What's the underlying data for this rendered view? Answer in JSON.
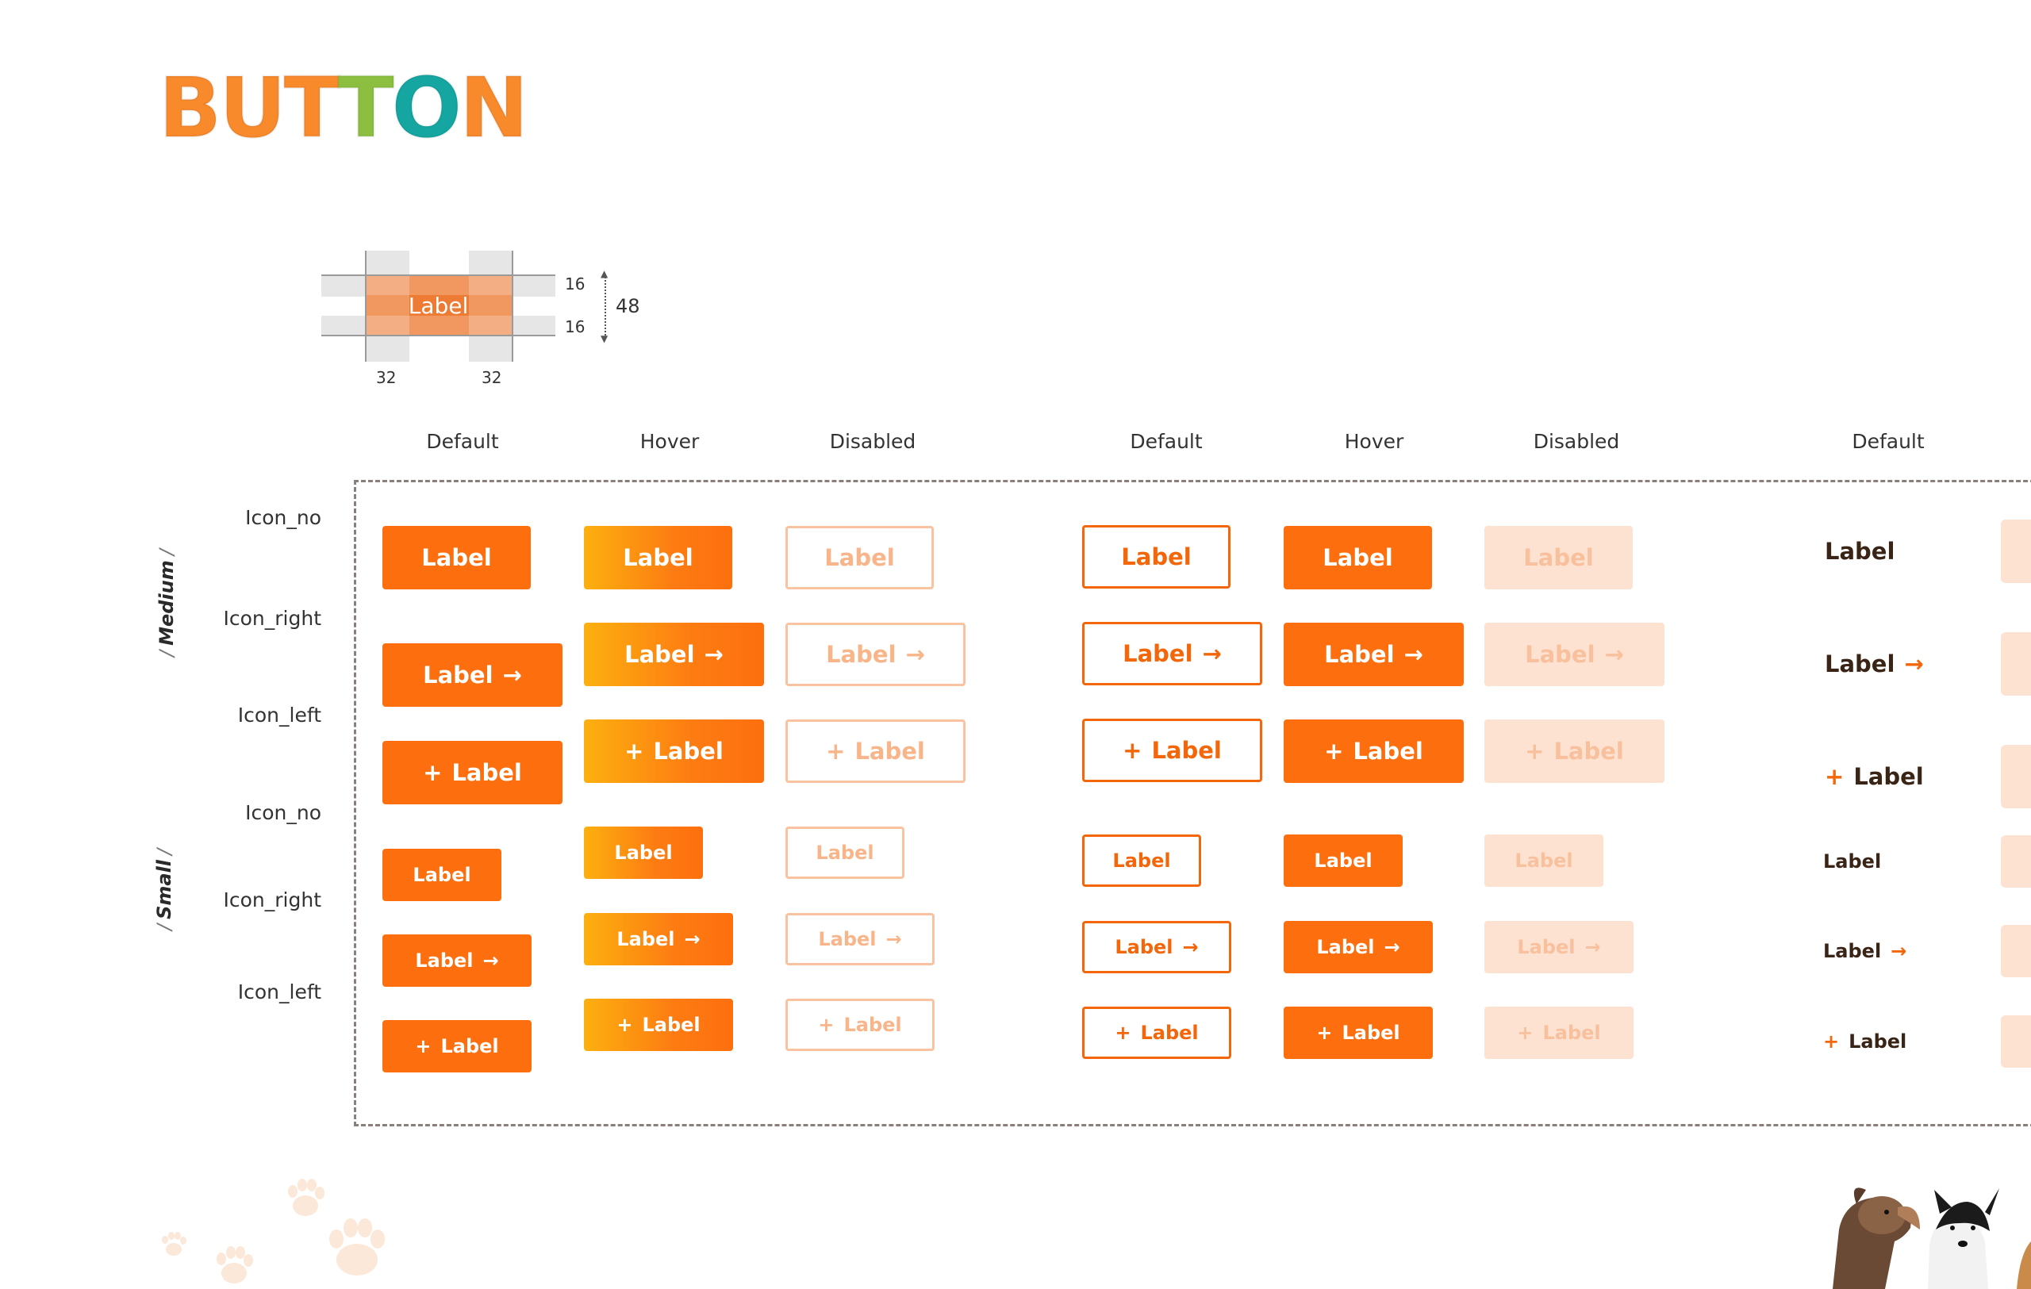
{
  "title": {
    "letters": [
      "B",
      "U",
      "T",
      "T",
      "O",
      "N"
    ],
    "colors": [
      "#f98a2c",
      "#f98a2c",
      "#f98a2c",
      "#8cbf3f",
      "#16a6a1",
      "#f98a2c"
    ]
  },
  "spec": {
    "label": "Label",
    "pad_top": "16",
    "pad_bottom": "16",
    "height": "48",
    "pad_left": "32",
    "pad_right": "32"
  },
  "states": {
    "fill": [
      "Default",
      "Hover",
      "Disabled"
    ],
    "outline": [
      "Default",
      "Hover",
      "Disabled"
    ],
    "text": [
      "Default"
    ]
  },
  "sizes": {
    "medium": "Medium",
    "small": "Small"
  },
  "rows": {
    "md_icon_no": "Icon_no",
    "md_icon_right": "Icon_right",
    "md_icon_left": "Icon_left",
    "sm_icon_no": "Icon_no",
    "sm_icon_right": "Icon_right",
    "sm_icon_left": "Icon_left"
  },
  "button_label": "Label",
  "icons": {
    "arrow": "arrow-right-icon",
    "plus": "plus-icon"
  },
  "colors": {
    "primary": "#fd6f0e",
    "hover_start": "#fcb00f",
    "disabled_text": "#f9b58a",
    "disabled_fill": "#fde2d1",
    "text_dark": "#3a2416"
  }
}
